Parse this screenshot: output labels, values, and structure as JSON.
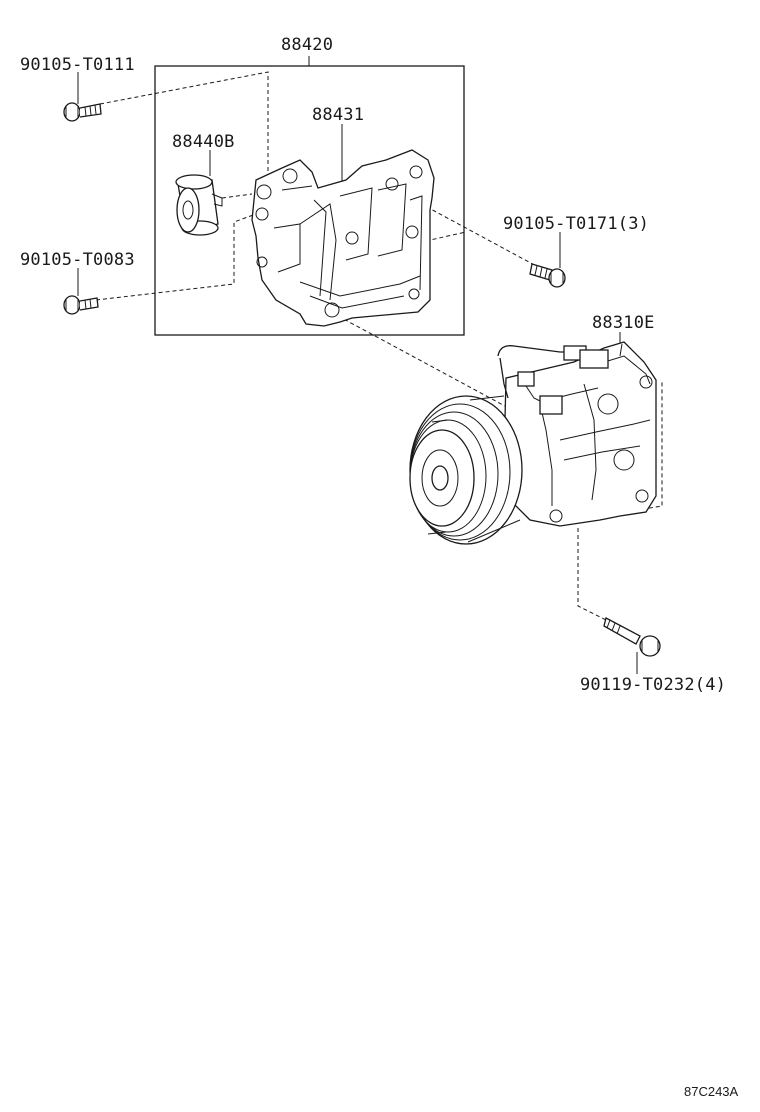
{
  "labels": {
    "bracket_assembly": "88420",
    "bracket": "88431",
    "idler_pulley": "88440B",
    "bolt_top_left": "90105-T0111",
    "bolt_mid_left": "90105-T0083",
    "bolt_right": "90105-T0171(3)",
    "compressor": "88310E",
    "compressor_bolt": "90119-T0232(4)"
  },
  "diagram_code": "87C243A"
}
